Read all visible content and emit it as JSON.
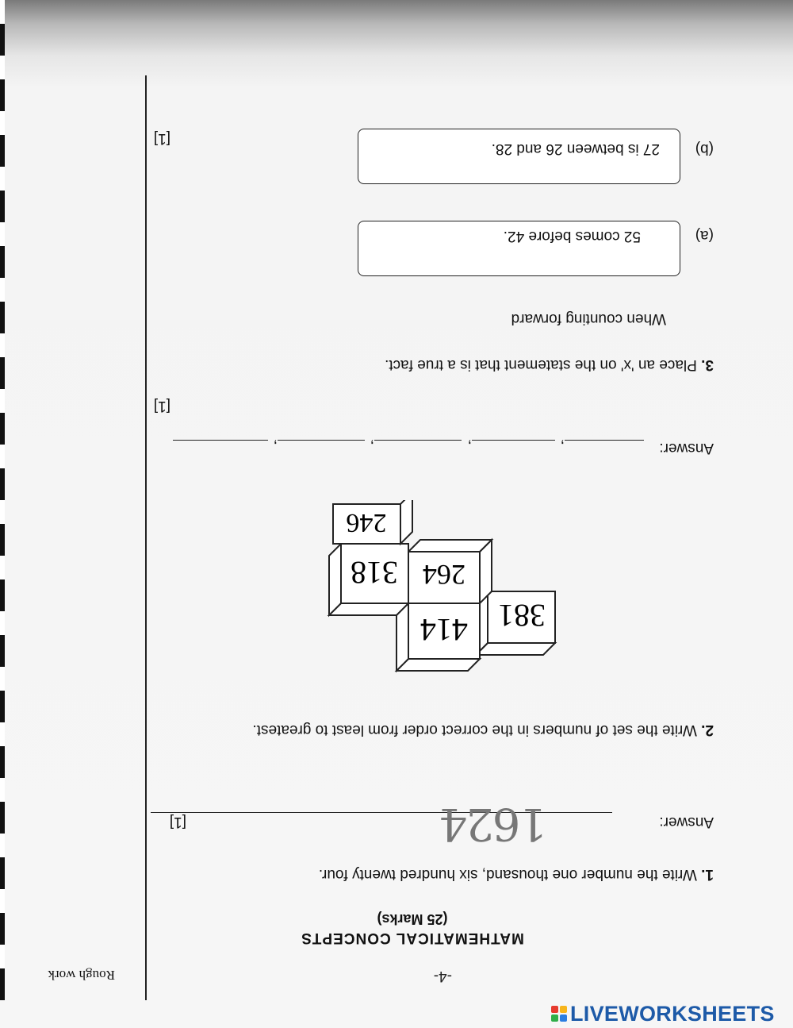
{
  "header": {
    "rough_work": "Rough work",
    "page_number": "-4-"
  },
  "section": {
    "title": "MATHEMATICAL CONCEPTS",
    "marks": "(25 Marks)"
  },
  "q1": {
    "number": "1.",
    "text": "Write the number one thousand, six hundred twenty four.",
    "answer_label": "Answer:",
    "handwritten_answer": "1624",
    "marks": "[1]"
  },
  "q2": {
    "number": "2.",
    "text": "Write the set of numbers in the correct order from least to greatest.",
    "cubes": [
      "381",
      "414",
      "264",
      "318",
      "246"
    ],
    "answer_label": "Answer:",
    "marks": "[1]"
  },
  "q3": {
    "number": "3.",
    "text": "Place an 'x' on the statement that is a true fact.",
    "subtext": "When counting forward",
    "options": [
      {
        "label": "(a)",
        "statement": "52 comes before 42."
      },
      {
        "label": "(b)",
        "statement": "27 is between 26 and 28."
      }
    ],
    "marks": "[1]"
  },
  "watermark": {
    "text": "LIVEWORKSHEETS",
    "colors": [
      "#e63a2e",
      "#f7b51c",
      "#2fae49",
      "#2a7de1"
    ]
  }
}
